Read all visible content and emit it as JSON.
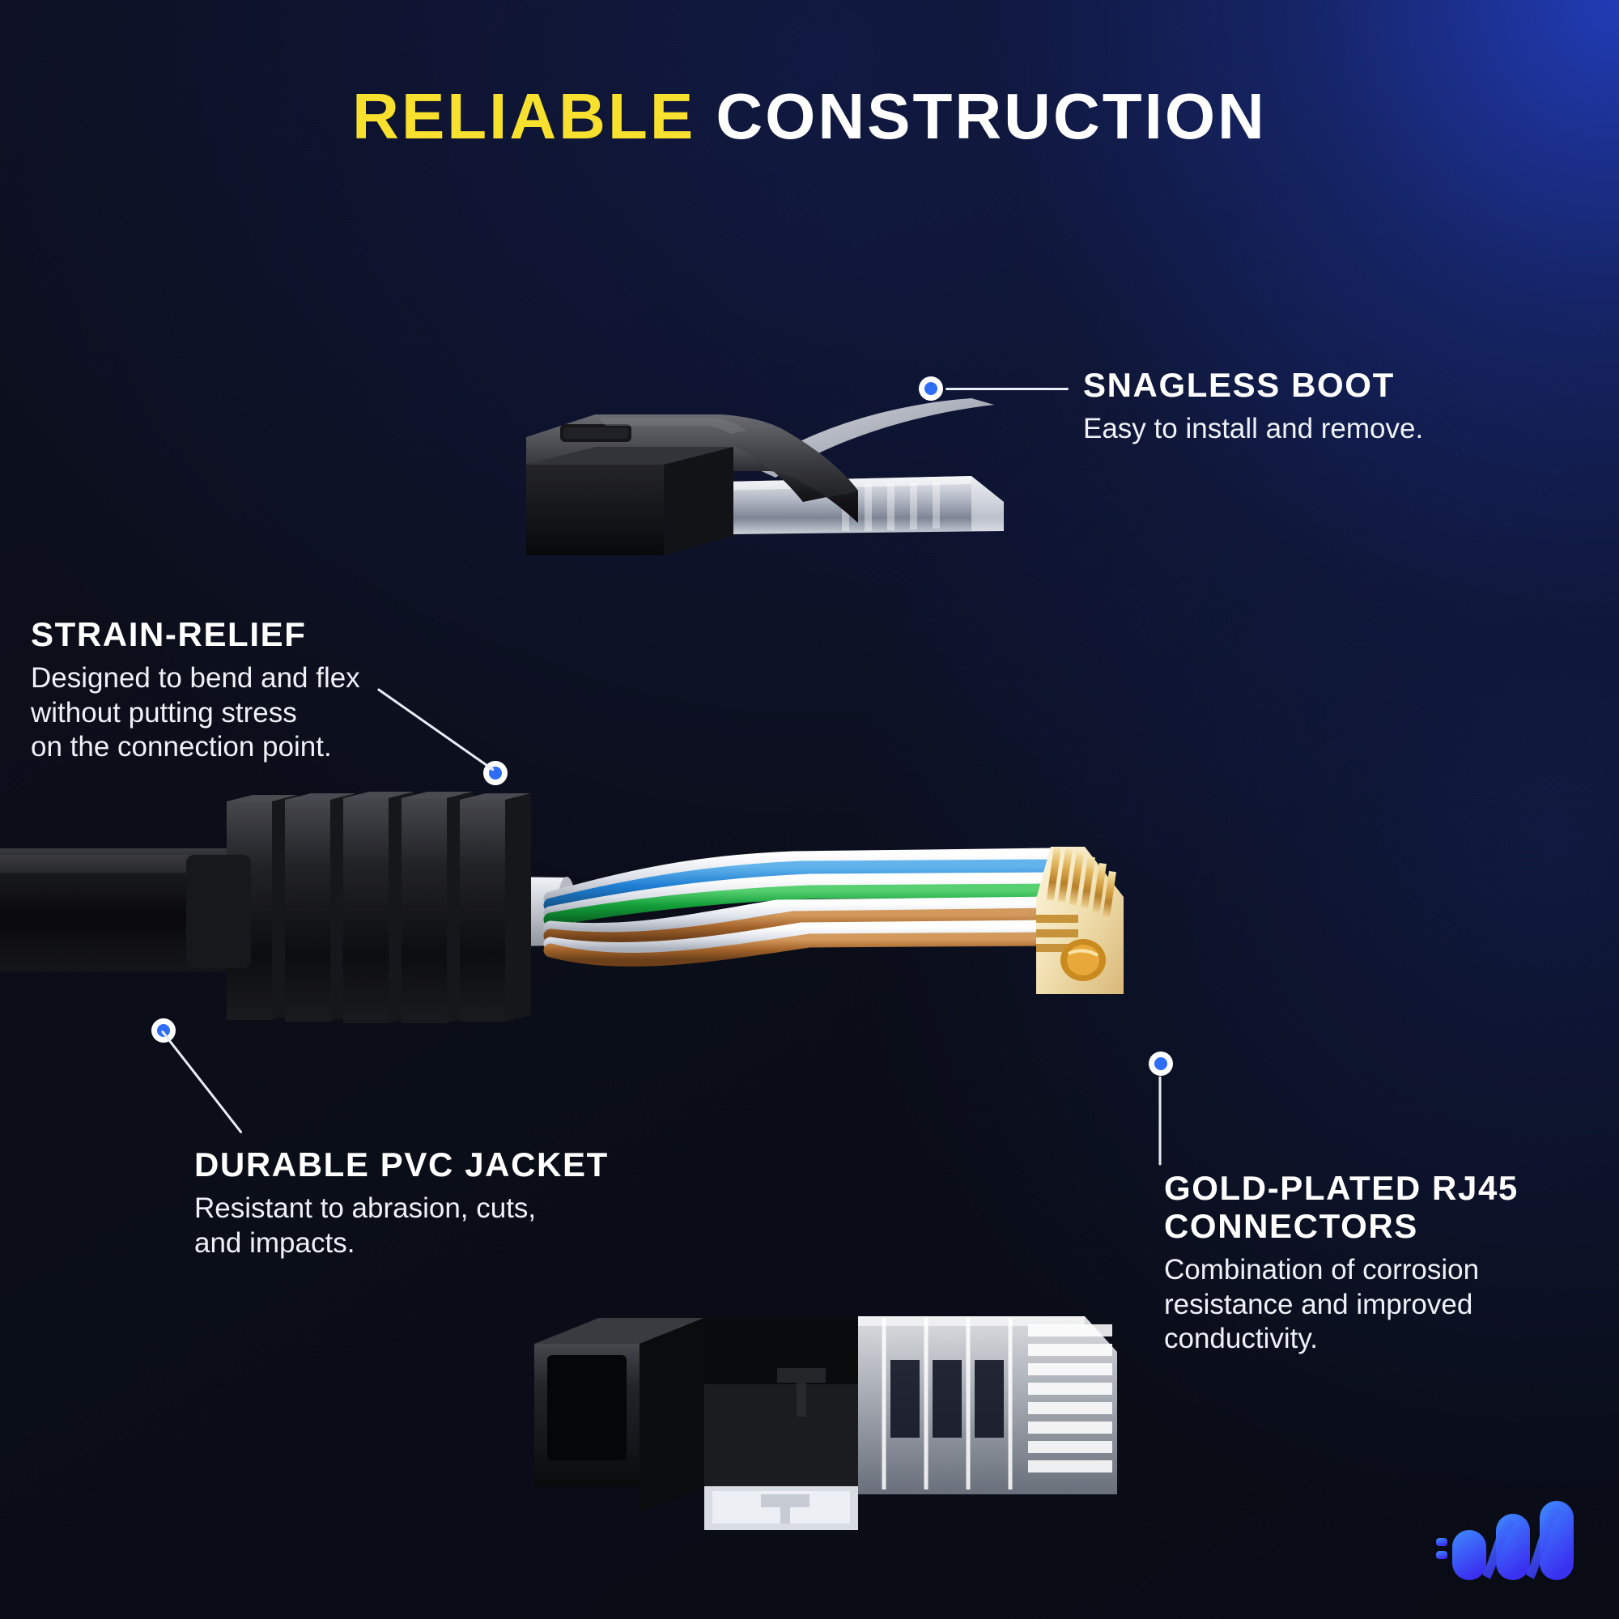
{
  "page": {
    "title_highlight": "RELIABLE",
    "title_rest": "CONSTRUCTION",
    "background_dark": "#0b0e18",
    "background_glow": "#223ebe",
    "accent_yellow": "#f7e12e",
    "accent_blue": "#2f6df4"
  },
  "callouts": {
    "snagless_boot": {
      "heading": "SNAGLESS BOOT",
      "body": "Easy to install and remove."
    },
    "strain_relief": {
      "heading": "STRAIN-RELIEF",
      "body": "Designed to bend and flex\nwithout putting stress\non the connection point."
    },
    "pvc_jacket": {
      "heading": "DURABLE PVC JACKET",
      "body": "Resistant to abrasion, cuts,\nand impacts."
    },
    "gold_connectors": {
      "heading": "GOLD-PLATED RJ45\nCONNECTORS",
      "body": "Combination of corrosion\nresistance and improved\nconductivity."
    }
  },
  "product": {
    "top_connector_name": "snagless-boot-rj45-connector",
    "middle_assembly_name": "cable-with-strain-relief-and-gold-connector",
    "bottom_connector_name": "clear-rj45-connector",
    "jacket_color": "#0a0a0c",
    "boot_color": "#1c1c1f",
    "gold_color": "#d8a13a",
    "wire_colors": {
      "blue": "#1f7fd4",
      "green": "#14a03a",
      "brown": "#a5652c",
      "white": "#e6e8ec"
    }
  },
  "logo": {
    "name": "brand-logo",
    "gradient_start": "#2f7bff",
    "gradient_end": "#3b3bff"
  }
}
